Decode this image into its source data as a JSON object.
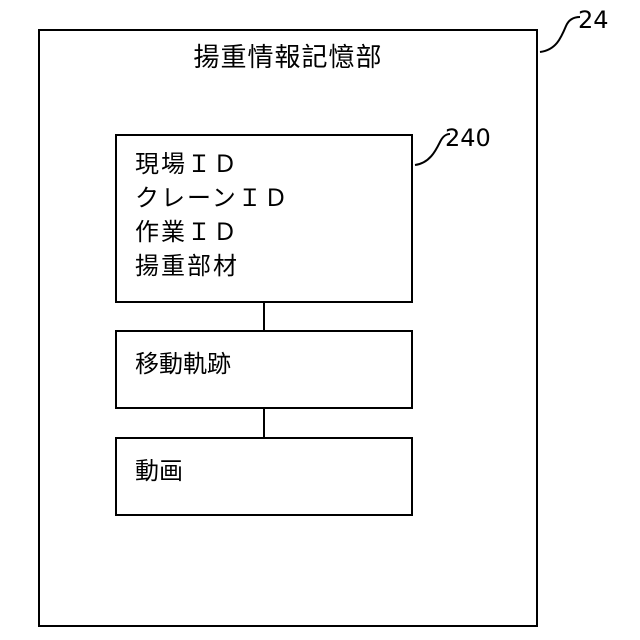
{
  "outer_box": {
    "ref_label": "24",
    "title": "揚重情報記憶部"
  },
  "record_box": {
    "ref_label": "240",
    "lines": [
      "現場ＩＤ",
      "クレーンＩＤ",
      "作業ＩＤ",
      "揚重部材"
    ]
  },
  "trajectory_box": {
    "label": "移動軌跡"
  },
  "video_box": {
    "label": "動画"
  }
}
